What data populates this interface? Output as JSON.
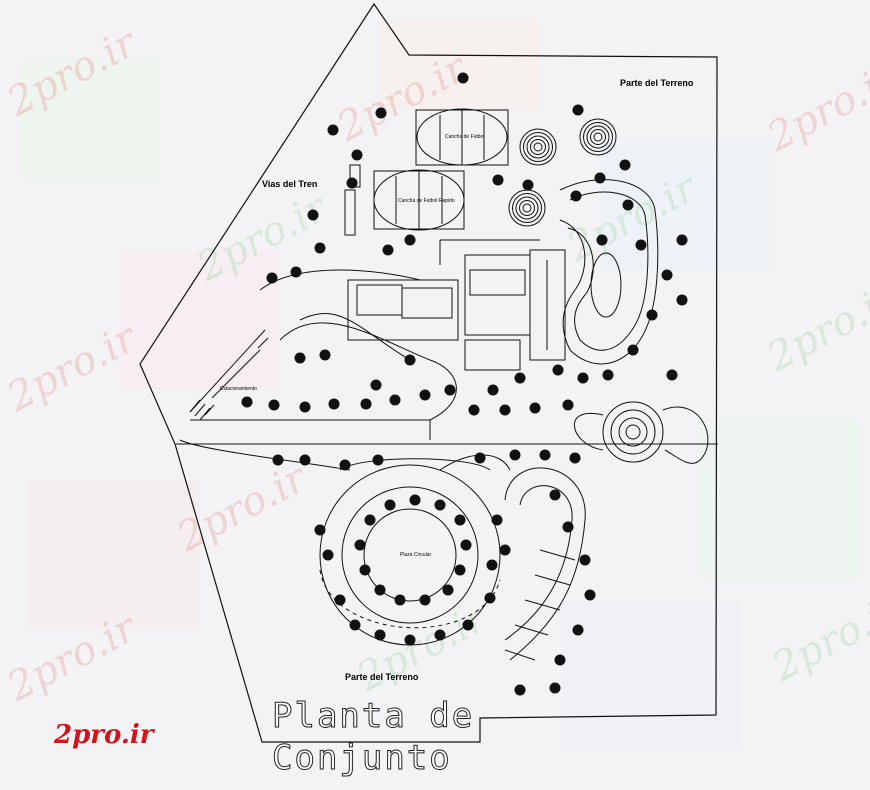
{
  "labels": {
    "parte_top": "Parte del Terreno",
    "parte_bottom": "Parte del Terreno",
    "vias": "Vias del Tren",
    "stadium1": "Cancha de Futbol",
    "stadium2": "Cancha de Futbol Rapido",
    "circle_center": "Plaza Circular",
    "stairs": "Estacionamiento"
  },
  "title_line1": "Planta de",
  "title_line2": "Conjunto",
  "brand": "2pro.ir",
  "watermark": "2pro.ir",
  "colors": {
    "line": "#111111",
    "brand": "#d6121a",
    "watermark_red": "#e79a9a",
    "watermark_green": "#a6d7ad"
  }
}
